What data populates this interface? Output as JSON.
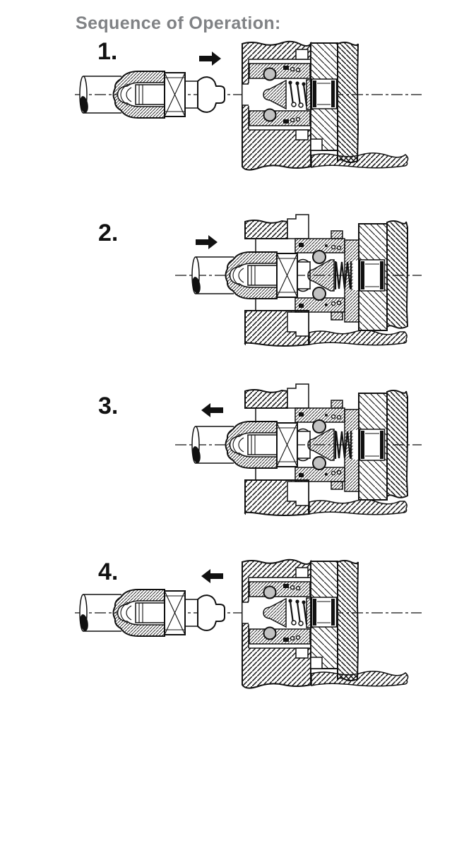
{
  "title": "Sequence of Operation:",
  "colors": {
    "title": "#808285",
    "line": "#111111",
    "ball": "#c2c2c2",
    "background": "#ffffff"
  },
  "steps": [
    {
      "label": "1.",
      "arrow_direction": "right",
      "state": "uncoupled"
    },
    {
      "label": "2.",
      "arrow_direction": "right",
      "state": "coupled"
    },
    {
      "label": "3.",
      "arrow_direction": "left",
      "state": "coupled"
    },
    {
      "label": "4.",
      "arrow_direction": "left",
      "state": "uncoupled"
    }
  ],
  "figure": {
    "type": "technical cross-section sequence diagram",
    "components": [
      "hose",
      "male-plug-fitting",
      "hex-nut",
      "nipple-tip",
      "bulkhead-wall",
      "coupler-cartridge",
      "locking-balls",
      "check-valve-poppet",
      "valve-spring",
      "threaded-port",
      "mounting-plate",
      "centerline"
    ]
  }
}
